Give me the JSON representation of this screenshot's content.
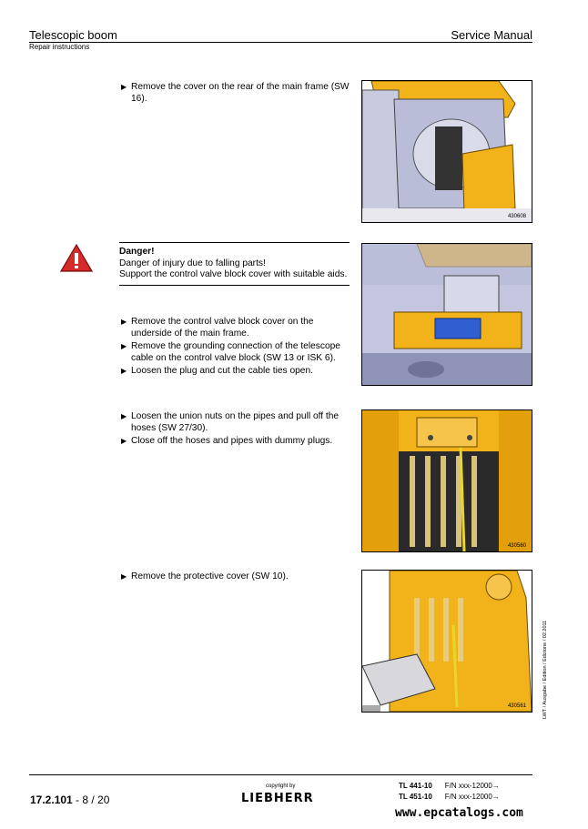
{
  "header": {
    "title": "Telescopic boom",
    "subtitle": "Repair instructions",
    "right": "Service Manual"
  },
  "steps": {
    "s1": [
      "Remove the cover on the rear of the main frame (SW 16)."
    ],
    "s2": [
      "Remove the control valve block cover on the underside of the main frame.",
      "Remove the grounding connection of the telescope cable on the control valve block (SW 13 or ISK 6).",
      "Loosen the plug and cut the cable ties open."
    ],
    "s3": [
      "Loosen the union nuts on the pipes and pull off the hoses (SW 27/30).",
      "Close off the hoses and pipes with dummy plugs."
    ],
    "s4": [
      "Remove the protective cover (SW 10)."
    ]
  },
  "danger": {
    "title": "Danger!",
    "line1": "Danger of injury due to falling parts!",
    "line2": "Support the control valve block cover with suitable aids."
  },
  "figures": {
    "f1": "430608",
    "f2": "",
    "f3": "430560",
    "f4": "430561"
  },
  "side_text": "LWT / Ausgabe / Edition / Edizione / 02.2011",
  "footer": {
    "page_prefix": "17.2.101",
    "page_suffix": " - 8 / 20",
    "copyright": "copyright by",
    "brand": "LIEBHERR",
    "model1": "TL 441-10",
    "fn1": "F/N xxx-12000→",
    "model2": "TL 451-10",
    "fn2": "F/N xxx-12000→"
  },
  "watermark": "www.epcatalogs.com",
  "colors": {
    "machine_yellow": "#f2b21a",
    "steel_blue": "#9aa0c6",
    "danger_red": "#d42a2a"
  },
  "icons": {
    "danger": "warning-triangle-icon",
    "bullet": "triangle-right-icon"
  }
}
